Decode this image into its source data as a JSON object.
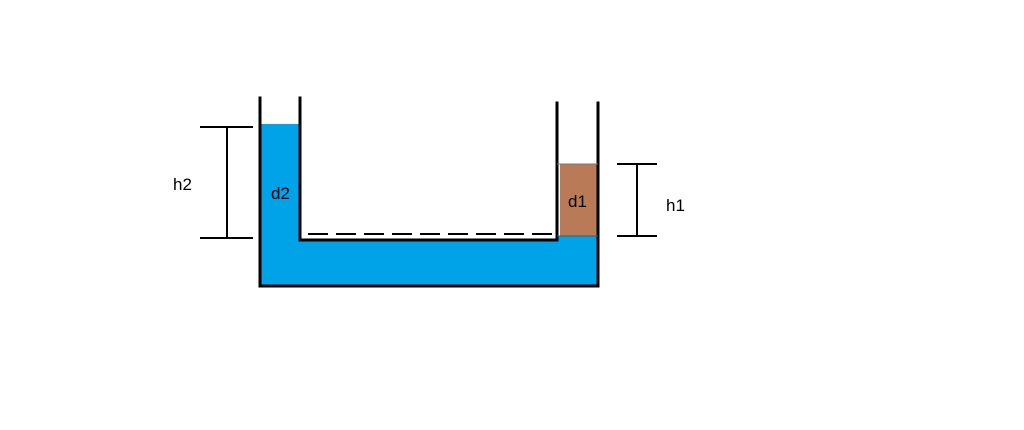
{
  "labels": {
    "h2": "h2",
    "h1": "h1",
    "d2": "d2",
    "d1": "d1"
  },
  "colors": {
    "background": "#ffffff",
    "liquid_d2": "#00a2e8",
    "liquid_d1": "#b97a57",
    "lines": "#000000"
  }
}
